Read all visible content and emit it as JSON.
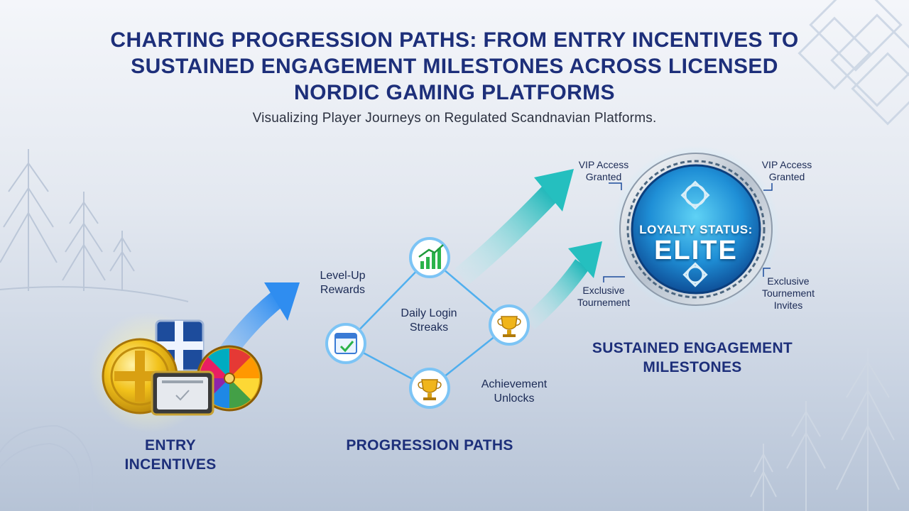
{
  "header": {
    "title": "CHARTING PROGRESSION PATHS: FROM ENTRY INCENTIVES TO SUSTAINED ENGAGEMENT MILESTONES ACROSS LICENSED NORDIC GAMING PLATFORMS",
    "subtitle": "Visualizing Player Journeys on Regulated Scandnavian Platforms."
  },
  "sections": {
    "entry": "ENTRY INCENTIVES",
    "progression": "PROGRESSION PATHS",
    "sustained": "SUSTAINED ENGAGEMENT MILESTONES"
  },
  "progression_labels": {
    "level_up": "Level-Up Rewards",
    "daily_login": "Daily Login Streaks",
    "achievement": "Achievement Unlocks"
  },
  "milestone_labels": {
    "vip_left": "VIP Access Granted",
    "vip_right": "VIP Access Granted",
    "exclusive_left": "Exclusive Tournement",
    "exclusive_right": "Exclusive Tournement Invites"
  },
  "badge": {
    "line1": "LOYALTY STATUS:",
    "line2": "ELITE"
  },
  "icons": {
    "calendar": "calendar-check-icon",
    "chart": "growth-chart-icon",
    "trophy": "trophy-icon",
    "coin": "gold-coin-icon",
    "wheel": "prize-wheel-icon",
    "flag": "nordic-flag-icon",
    "card": "bonus-card-icon"
  },
  "colors": {
    "title": "#1d2f7a",
    "arrow_blue": "#2f8df0",
    "arrow_teal": "#2cc6c6",
    "network_line": "#3aa8f0",
    "badge_blue": "#1d6fc4"
  }
}
